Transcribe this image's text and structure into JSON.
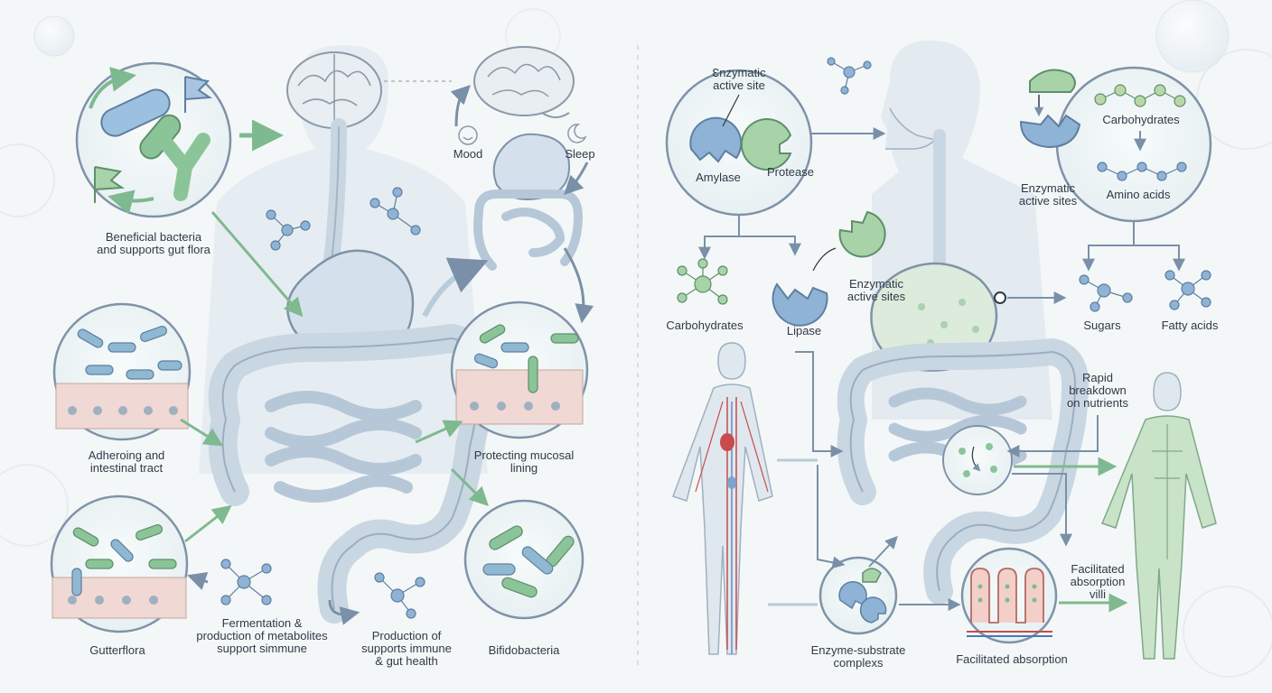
{
  "left_panel": {
    "probiotic_labels": {
      "beneficial_bacteria": [
        "Beneficial bacteria",
        "and supports gut flora"
      ],
      "adhering": [
        "Adheroing and",
        "intestinal tract"
      ],
      "gut_flora": "Gutterflora",
      "fermentation": [
        "Fermentation &",
        "production of metabolites",
        "support simmune"
      ],
      "production": [
        "Production of",
        "supports immune",
        "& gut health"
      ],
      "bifidobacteria": "Bifidobacteria",
      "protecting": [
        "Protecting mucosal",
        "lining"
      ],
      "mood": "Mood",
      "sleep": "Sleep"
    }
  },
  "right_panel": {
    "enzyme_labels": {
      "enzymatic_active_site": [
        "Ɛnzymatic",
        "active site"
      ],
      "amylase": "Amylase",
      "protease": "Protease",
      "carbohydrates_left": "Carbohydrates",
      "lipase": "Lipase",
      "enzymatic_active_sites_mid": [
        "Enzymatic",
        "active sites"
      ],
      "enzymatic_active_sites_right": [
        "Enzymatic",
        "active sites"
      ],
      "carbohydrates_right": "Carbohydrates",
      "amino_acids": "Amino acids",
      "sugars": "Sugars",
      "fatty_acids": "Fatty acids",
      "rapid_breakdown": [
        "Rapid",
        "breakdown",
        "on nutrients"
      ],
      "facilitated_absorption_villi": [
        "Facilitated",
        "absorption",
        "villi"
      ],
      "enzyme_substrate": [
        "Enzyme-substrate",
        "complexs"
      ],
      "facilitated_absorption": "Facilitated absorption"
    }
  },
  "colors": {
    "background": "#f4f7f8",
    "organ_fill": "#cfdce8",
    "organ_stroke": "#7f93a8",
    "arrow_green": "#7fb98f",
    "arrow_blue": "#7a90a8",
    "bacteria_green": "#8cc49a",
    "bacteria_blue": "#8fb3d6",
    "enzyme_blue": "#7fa3cf",
    "enzyme_green": "#93c99b",
    "text": "#2f3a46"
  }
}
